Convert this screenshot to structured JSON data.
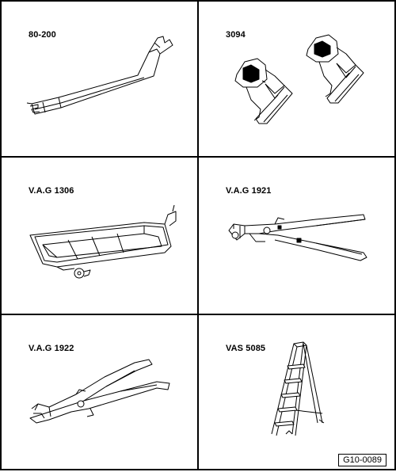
{
  "tools": [
    {
      "label": "80-200",
      "tool": "pry-bar"
    },
    {
      "label": "3094",
      "tool": "hose-clamps"
    },
    {
      "label": "V.A.G 1306",
      "tool": "drip-tray"
    },
    {
      "label": "V.A.G 1921",
      "tool": "hose-clip-pliers"
    },
    {
      "label": "V.A.G 1922",
      "tool": "angled-pliers"
    },
    {
      "label": "VAS 5085",
      "tool": "step-ladder"
    }
  ],
  "figure_code": "G10-0089"
}
